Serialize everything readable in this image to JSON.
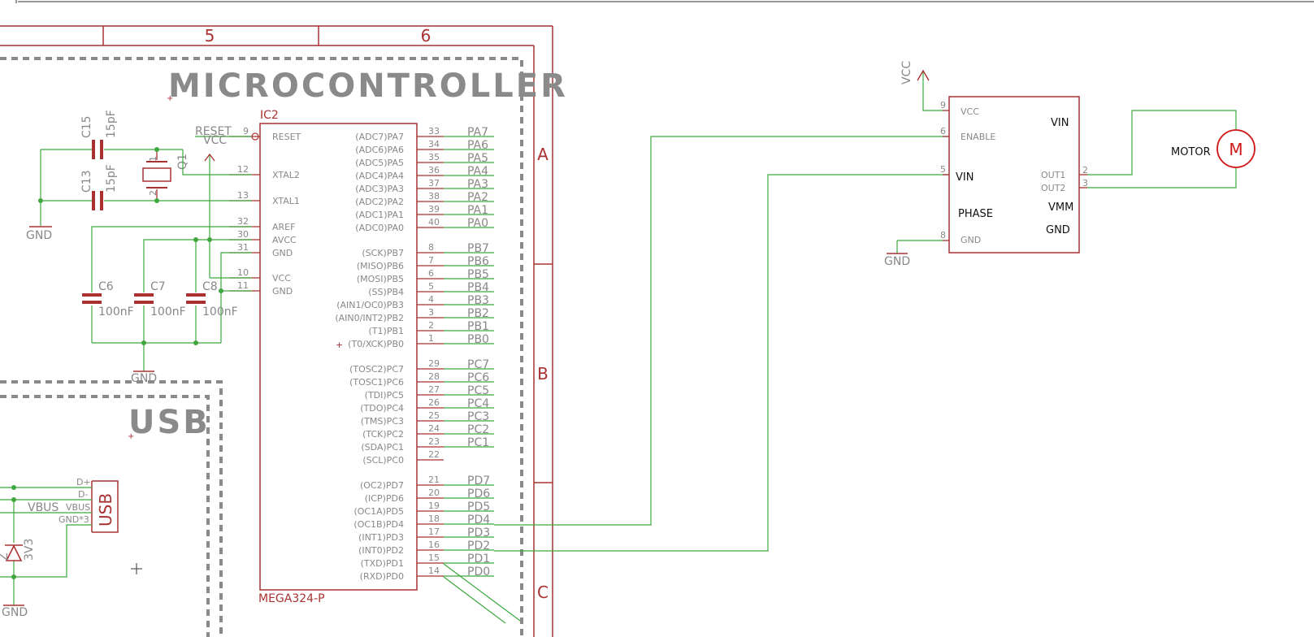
{
  "frame": {
    "columns": [
      "5",
      "6"
    ],
    "rows": [
      "A",
      "B",
      "C"
    ]
  },
  "sections": {
    "microcontroller": "MICROCONTROLLER",
    "usb": "USB"
  },
  "ic2": {
    "ref": "IC2",
    "value": "MEGA324-P",
    "left_pins": [
      {
        "num": "9",
        "name": "RESET"
      },
      {
        "num": "12",
        "name": "XTAL2"
      },
      {
        "num": "13",
        "name": "XTAL1"
      },
      {
        "num": "32",
        "name": "AREF"
      },
      {
        "num": "30",
        "name": "AVCC"
      },
      {
        "num": "31",
        "name": "GND"
      },
      {
        "num": "10",
        "name": "VCC"
      },
      {
        "num": "11",
        "name": "GND"
      }
    ],
    "right_pins": [
      {
        "num": "33",
        "name": "(ADC7)PA7",
        "net": "PA7"
      },
      {
        "num": "34",
        "name": "(ADC6)PA6",
        "net": "PA6"
      },
      {
        "num": "35",
        "name": "(ADC5)PA5",
        "net": "PA5"
      },
      {
        "num": "36",
        "name": "(ADC4)PA4",
        "net": "PA4"
      },
      {
        "num": "37",
        "name": "(ADC3)PA3",
        "net": "PA3"
      },
      {
        "num": "38",
        "name": "(ADC2)PA2",
        "net": "PA2"
      },
      {
        "num": "39",
        "name": "(ADC1)PA1",
        "net": "PA1"
      },
      {
        "num": "40",
        "name": "(ADC0)PA0",
        "net": "PA0"
      },
      {
        "num": "8",
        "name": "(SCK)PB7",
        "net": "PB7"
      },
      {
        "num": "7",
        "name": "(MISO)PB6",
        "net": "PB6"
      },
      {
        "num": "6",
        "name": "(MOSI)PB5",
        "net": "PB5"
      },
      {
        "num": "5",
        "name": "(SS)PB4",
        "net": "PB4"
      },
      {
        "num": "4",
        "name": "(AIN1/OC0)PB3",
        "net": "PB3"
      },
      {
        "num": "3",
        "name": "(AIN0/INT2)PB2",
        "net": "PB2"
      },
      {
        "num": "2",
        "name": "(T1)PB1",
        "net": "PB1"
      },
      {
        "num": "1",
        "name": "(T0/XCK)PB0",
        "net": "PB0"
      },
      {
        "num": "29",
        "name": "(TOSC2)PC7",
        "net": "PC7"
      },
      {
        "num": "28",
        "name": "(TOSC1)PC6",
        "net": "PC6"
      },
      {
        "num": "27",
        "name": "(TDI)PC5",
        "net": "PC5"
      },
      {
        "num": "26",
        "name": "(TDO)PC4",
        "net": "PC4"
      },
      {
        "num": "25",
        "name": "(TMS)PC3",
        "net": "PC3"
      },
      {
        "num": "24",
        "name": "(TCK)PC2",
        "net": "PC2"
      },
      {
        "num": "23",
        "name": "(SDA)PC1",
        "net": "PC1"
      },
      {
        "num": "22",
        "name": "(SCL)PC0",
        "net": ""
      },
      {
        "num": "21",
        "name": "(OC2)PD7",
        "net": "PD7"
      },
      {
        "num": "20",
        "name": "(ICP)PD6",
        "net": "PD6"
      },
      {
        "num": "19",
        "name": "(OC1A)PD5",
        "net": "PD5"
      },
      {
        "num": "18",
        "name": "(OC1B)PD4",
        "net": "PD4"
      },
      {
        "num": "17",
        "name": "(INT1)PD3",
        "net": "PD3"
      },
      {
        "num": "16",
        "name": "(INT0)PD2",
        "net": "PD2"
      },
      {
        "num": "15",
        "name": "(TXD)PD1",
        "net": "PD1"
      },
      {
        "num": "14",
        "name": "(RXD)PD0",
        "net": "PD0"
      }
    ]
  },
  "nets": {
    "reset": "RESET",
    "vcc": "VCC",
    "gnd": "GND"
  },
  "caps": [
    {
      "ref": "C15",
      "value": "15pF"
    },
    {
      "ref": "C13",
      "value": "15pF"
    },
    {
      "ref": "C6",
      "value": "100nF"
    },
    {
      "ref": "C7",
      "value": "100nF"
    },
    {
      "ref": "C8",
      "value": "100nF"
    }
  ],
  "crystal": {
    "ref": "Q1",
    "pin1": "1",
    "pin2": "2"
  },
  "usb_conn": {
    "ref": "USB",
    "pins": [
      "D+",
      "D-",
      "VBUS",
      "GND*3"
    ],
    "net_vbus": "VBUS",
    "diode_value": "3V3",
    "diode_ref": "Z"
  },
  "driver": {
    "left_pins": [
      {
        "num": "9",
        "name": "VCC"
      },
      {
        "num": "6",
        "name": "ENABLE"
      },
      {
        "num": "5",
        "name": "VIN"
      },
      {
        "num": "",
        "name": "PHASE"
      },
      {
        "num": "8",
        "name": "GND"
      }
    ],
    "right_labels": [
      "VIN",
      "OUT1",
      "OUT2",
      "VMM",
      "GND"
    ],
    "right_pin_nums": [
      "2",
      "3"
    ]
  },
  "motor": {
    "label": "MOTOR",
    "symbol": "M"
  }
}
